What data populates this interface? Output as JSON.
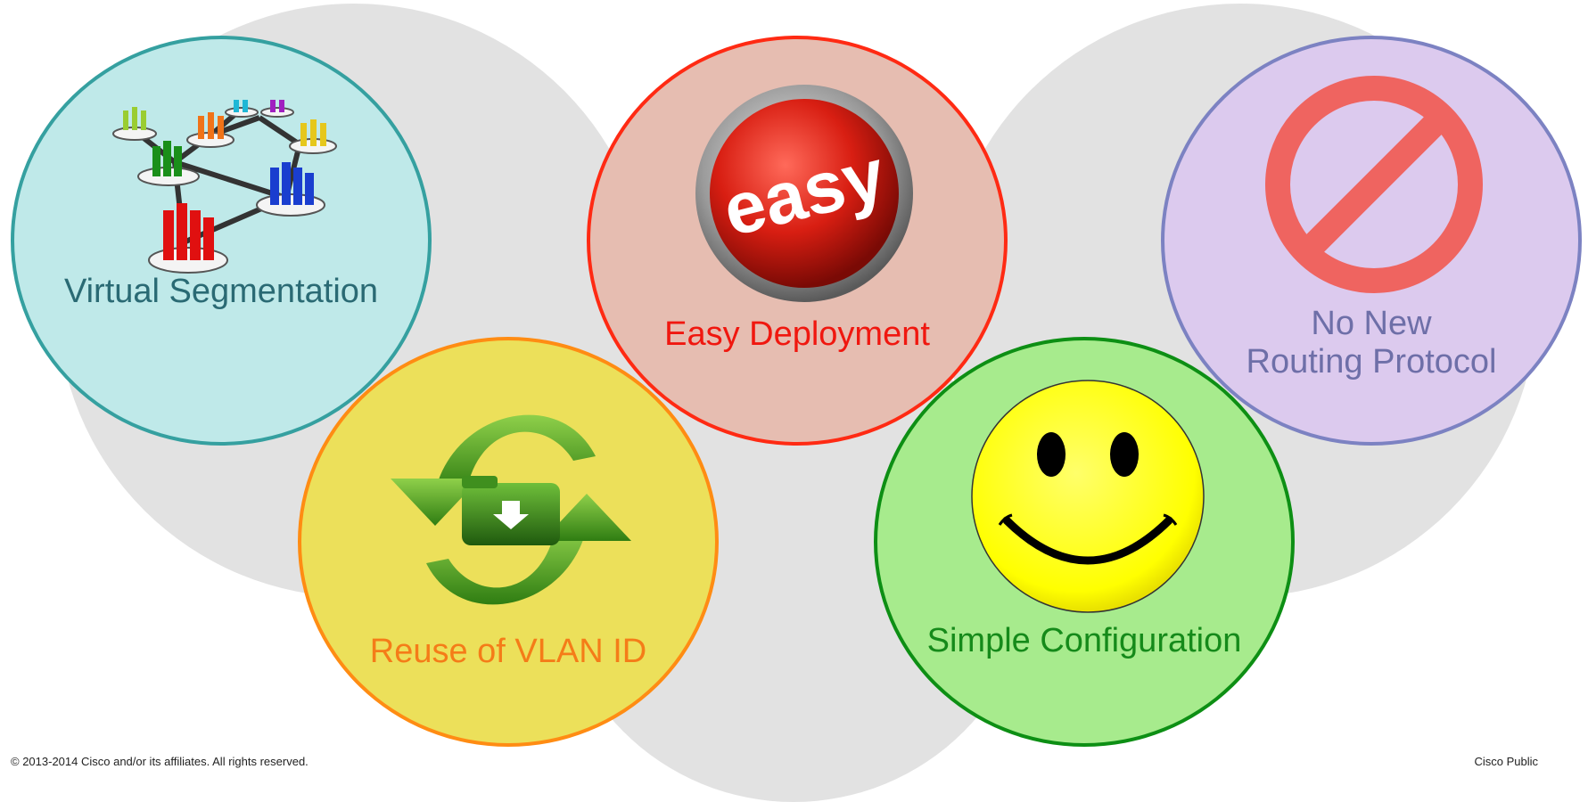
{
  "features": [
    {
      "id": "virtual-segmentation",
      "label": "Virtual Segmentation",
      "fill": "#bfe9e9",
      "border": "#35a0a0",
      "text_color": "#2a6a74",
      "icon": "people-network-icon"
    },
    {
      "id": "easy-deployment",
      "label": "Easy Deployment",
      "fill": "#e6bdb1",
      "border": "#ff2a13",
      "text_color": "#f0170f",
      "icon": "easy-button-icon",
      "icon_text": "easy"
    },
    {
      "id": "no-new-routing-protocol",
      "label_line1": "No New",
      "label_line2": "Routing Protocol",
      "fill": "#dccaee",
      "border": "#7c82c2",
      "text_color": "#6e6fa8",
      "icon": "prohibited-icon"
    },
    {
      "id": "reuse-of-vlan-id",
      "label": "Reuse of VLAN ID",
      "fill": "#ece05a",
      "border": "#ff8c13",
      "text_color": "#f57c18",
      "icon": "recycle-folder-icon"
    },
    {
      "id": "simple-configuration",
      "label": "Simple Configuration",
      "fill": "#a7eb8d",
      "border": "#0d8f14",
      "text_color": "#158a1a",
      "icon": "smiley-face-icon"
    }
  ],
  "footer": {
    "copyright": "© 2013-2014  Cisco and/or its affiliates. All rights reserved.",
    "classification": "Cisco Public"
  }
}
